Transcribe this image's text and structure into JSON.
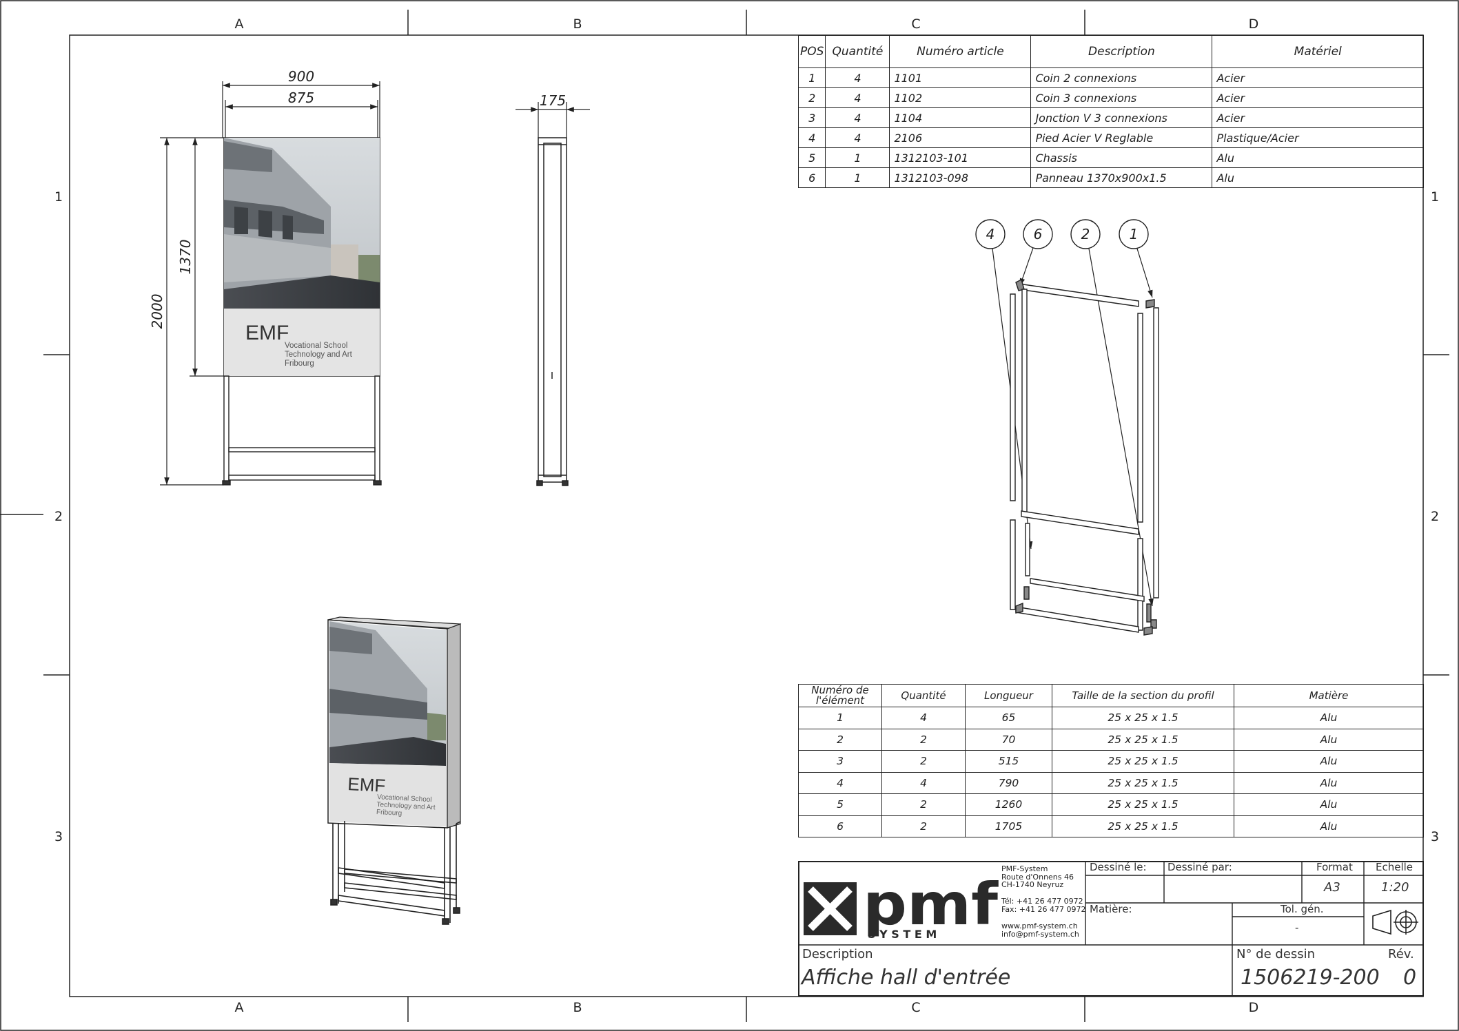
{
  "grid": {
    "columns": [
      "A",
      "B",
      "C",
      "D"
    ],
    "rows": [
      "1",
      "2",
      "3"
    ]
  },
  "dimensions": {
    "width_outer": "900",
    "width_inner": "875",
    "depth": "175",
    "height_total": "2000",
    "height_panel": "1370"
  },
  "poster": {
    "title": "EMF",
    "line1": "Vocational School",
    "line2": "Technology and Art",
    "line3": "Fribourg"
  },
  "balloons": [
    "4",
    "6",
    "2",
    "1"
  ],
  "bom": {
    "headers": [
      "POS",
      "Quantité",
      "Numéro article",
      "Description",
      "Matériel"
    ],
    "rows": [
      [
        "1",
        "4",
        "1101",
        "Coin 2 connexions",
        "Acier"
      ],
      [
        "2",
        "4",
        "1102",
        "Coin 3 connexions",
        "Acier"
      ],
      [
        "3",
        "4",
        "1104",
        "Jonction V 3 connexions",
        "Acier"
      ],
      [
        "4",
        "4",
        "2106",
        "Pied Acier V Reglable",
        "Plastique/Acier"
      ],
      [
        "5",
        "1",
        "1312103-101",
        "Chassis",
        "Alu"
      ],
      [
        "6",
        "1",
        "1312103-098",
        "Panneau 1370x900x1.5",
        "Alu"
      ]
    ]
  },
  "cut_list": {
    "headers": [
      "Numéro de l'élément",
      "Quantité",
      "Longueur",
      "Taille  de la section du profil",
      "Matière"
    ],
    "rows": [
      [
        "1",
        "4",
        "65",
        "25 x 25 x 1.5",
        "Alu"
      ],
      [
        "2",
        "2",
        "70",
        "25 x 25 x 1.5",
        "Alu"
      ],
      [
        "3",
        "2",
        "515",
        "25 x 25 x 1.5",
        "Alu"
      ],
      [
        "4",
        "4",
        "790",
        "25 x 25 x 1.5",
        "Alu"
      ],
      [
        "5",
        "2",
        "1260",
        "25 x 25 x 1.5",
        "Alu"
      ],
      [
        "6",
        "2",
        "1705",
        "25 x 25 x 1.5",
        "Alu"
      ]
    ]
  },
  "title_block": {
    "logo_text": "pmf",
    "logo_sub": "S Y S T E M",
    "address": [
      "PMF-System",
      "Route d'Onnens 46",
      "CH-1740 Neyruz"
    ],
    "phone": "Tél:  +41 26 477 0972",
    "fax": "Fax: +41 26 477 0972",
    "web": "www.pmf-system.ch",
    "email": "info@pmf-system.ch",
    "drawn_on_label": "Dessiné le:",
    "drawn_by_label": "Dessiné par:",
    "format_label": "Format",
    "format_value": "A3",
    "scale_label": "Échelle",
    "scale_value": "1:20",
    "material_label": "Matière:",
    "tol_label": "Tol. gén.",
    "tol_value": "-",
    "description_label": "Description",
    "description_value": "Affiche hall d'entrée",
    "drawing_no_label": "N° de dessin",
    "drawing_no_value": "1506219-200",
    "rev_label": "Rév.",
    "rev_value": "0"
  }
}
